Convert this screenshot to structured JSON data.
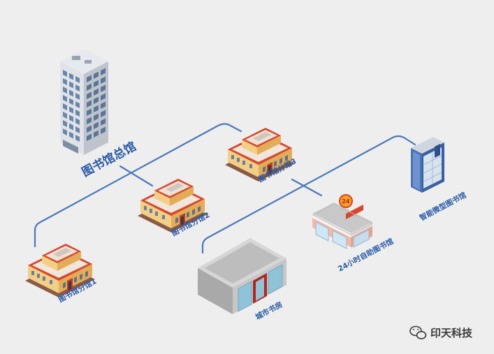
{
  "nodes": {
    "headquarters": "图书馆总馆",
    "branch1": "图书馆分馆1",
    "branch2": "图书馆分馆2",
    "branch3": "图书馆分馆3",
    "selfservice24": "24小时自助图书馆",
    "citybookhouse": "城市书房",
    "smartmini": "智能微型图书馆"
  },
  "signs": {
    "hours24": "24"
  },
  "watermark": {
    "text": "印天科技",
    "icon": "wechat-icon"
  },
  "colors": {
    "line": "#4a78b8",
    "label": "#2a5aa8",
    "roof": "#d9472b",
    "wall": "#f2c77c"
  }
}
